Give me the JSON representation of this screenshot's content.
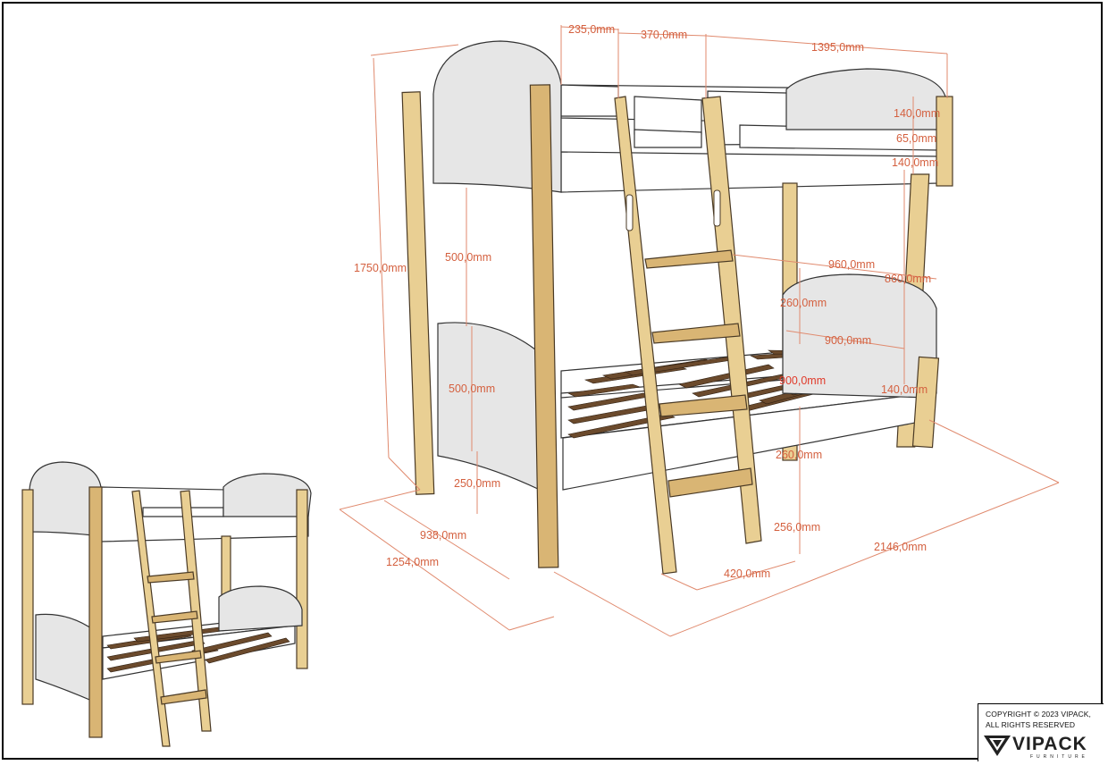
{
  "dimensions": {
    "top_left_gap": "235,0mm",
    "top_ladder_gap": "370,0mm",
    "top_rail_length": "1395,0mm",
    "rail_upper": "140,0mm",
    "rail_gap": "65,0mm",
    "rail_lower": "140,0mm",
    "total_height": "1750,0mm",
    "post_upper": "500,0mm",
    "post_lower": "500,0mm",
    "floor_clearance": "250,0mm",
    "mattress_width": "960,0mm",
    "footboard_width": "860,0mm",
    "footboard_height": "260,0mm",
    "inner_width": "900,0mm",
    "slat_label": "900,0mm",
    "lower_rail": "140,0mm",
    "bed_height": "260,0mm",
    "ladder_step": "256,0mm",
    "ladder_base": "420,0mm",
    "side_depth": "938,0mm",
    "total_depth": "1254,0mm",
    "total_length": "2146,0mm"
  },
  "copyright": {
    "line1": "COPYRIGHT  © 2023 VIPACK,",
    "line2": "ALL RIGHTS RESERVED",
    "brand": "VIPACK",
    "brand_sub": "FURNITURE"
  },
  "colors": {
    "dimension": "#d4603f",
    "wood": "#e9cf93",
    "panel": "#e6e6e6",
    "slat": "#6b4a2c"
  }
}
